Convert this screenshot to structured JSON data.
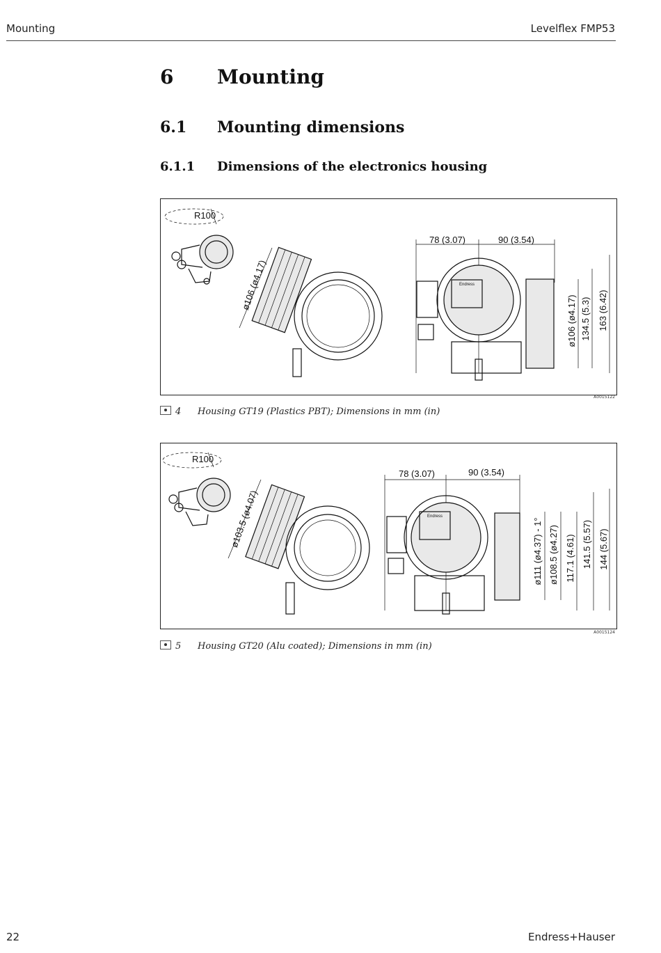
{
  "header": {
    "section": "Mounting",
    "product": "Levelflex FMP53"
  },
  "headings": {
    "h1": {
      "number": "6",
      "title": "Mounting"
    },
    "h2": {
      "number": "6.1",
      "title": "Mounting dimensions"
    },
    "h3": {
      "number": "6.1.1",
      "title": "Dimensions of the electronics housing"
    }
  },
  "figures": [
    {
      "code": "A0015122",
      "caption_number": "4",
      "caption": "Housing GT19 (Plastics PBT); Dimensions in mm (in)",
      "dims": {
        "radius": "R100",
        "diameter": "ø106 (ø4.17)",
        "width_left": "78 (3.07)",
        "width_right": "90 (3.54)",
        "v1": "ø106 (ø4.17)",
        "v2": "134.5 (5.3)",
        "v3": "163 (6.42)",
        "brand": "Endress"
      }
    },
    {
      "code": "A0015124",
      "caption_number": "5",
      "caption": "Housing GT20 (Alu coated); Dimensions in mm (in)",
      "dims": {
        "radius": "R100",
        "diameter": "ø103.5 (ø4.07)",
        "width_left": "78 (3.07)",
        "width_right": "90 (3.54)",
        "v1": "ø111 (ø4.37) - 1°",
        "v2": "ø108.5 (ø4.27)",
        "v3": "117.1 (4.61)",
        "v4": "141.5 (5.57)",
        "v5": "144 (5.67)",
        "brand": "Endress"
      }
    }
  ],
  "footer": {
    "page": "22",
    "brand": "Endress+Hauser"
  }
}
